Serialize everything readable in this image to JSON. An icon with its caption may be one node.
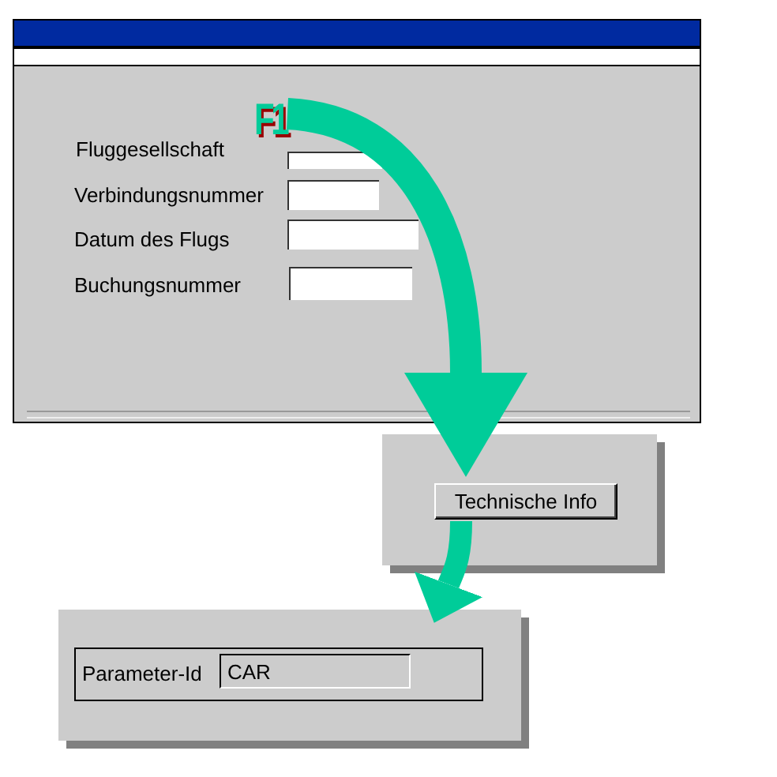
{
  "diagram": {
    "nodes": [
      {
        "text": [],
        "shape": "box"
      },
      {
        "text": [
          "F1"
        ],
        "in": 0
      },
      {
        "text": [],
        "shape": "box"
      },
      {
        "text": [
          "Technische Info"
        ],
        "in": 2
      },
      {
        "text": [],
        "shape": "box"
      },
      {
        "text": [
          "Parameter-Id",
          "CAR"
        ],
        "in": 4
      }
    ],
    "edges": [
      {
        "from": 1,
        "to": 3,
        "arrow": "to"
      },
      {
        "from": 3,
        "to": 4,
        "arrow": "to"
      }
    ],
    "labels": [
      "Fluggesellschaft",
      "Verbindungsnummer",
      "Datum des Flugs",
      "Buchungsnummer"
    ]
  }
}
